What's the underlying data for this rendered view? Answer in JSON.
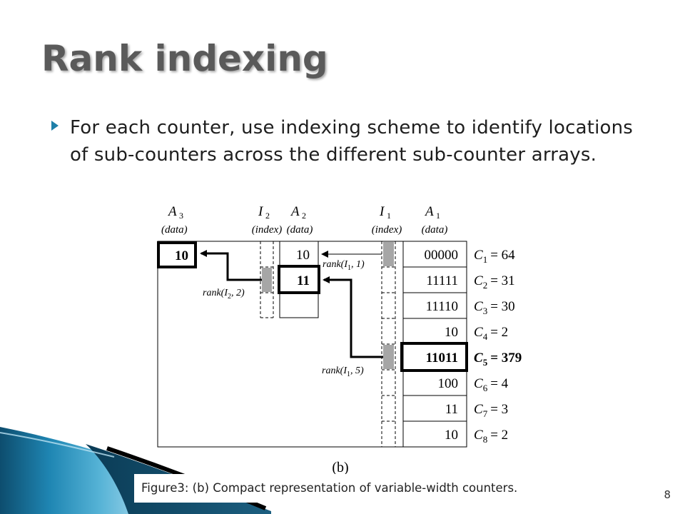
{
  "slide": {
    "title": "Rank indexing",
    "bullet": "For each counter, use indexing scheme to identify locations of sub-counters across the different sub-counter arrays.",
    "caption": "Figure3: (b) Compact representation of variable-width counters.",
    "page_number": "8"
  },
  "diagram": {
    "headers": {
      "a3": {
        "name": "A",
        "sub": "3",
        "kind": "(data)"
      },
      "i2": {
        "name": "I",
        "sub": "2",
        "kind": "(index)"
      },
      "a2": {
        "name": "A",
        "sub": "2",
        "kind": "(data)"
      },
      "i1": {
        "name": "I",
        "sub": "1",
        "kind": "(index)"
      },
      "a1": {
        "name": "A",
        "sub": "1",
        "kind": "(data)"
      }
    },
    "a3_cells": [
      "10"
    ],
    "a2_cells": [
      "10",
      "11"
    ],
    "a1_cells": [
      "00000",
      "11111",
      "11110",
      "10",
      "11011",
      "100",
      "11",
      "10"
    ],
    "counters": [
      {
        "c": "C",
        "sub": "1",
        "value": "= 64"
      },
      {
        "c": "C",
        "sub": "2",
        "value": "= 31"
      },
      {
        "c": "C",
        "sub": "3",
        "value": "= 30"
      },
      {
        "c": "C",
        "sub": "4",
        "value": "= 2"
      },
      {
        "c": "C",
        "sub": "5",
        "value": "= 379"
      },
      {
        "c": "C",
        "sub": "6",
        "value": "= 4"
      },
      {
        "c": "C",
        "sub": "7",
        "value": "= 3"
      },
      {
        "c": "C",
        "sub": "8",
        "value": "= 2"
      }
    ],
    "rank_labels": {
      "r1": {
        "fn": "rank(",
        "name": "I",
        "sub": "1",
        "arg": ", 1)"
      },
      "r2": {
        "fn": "rank(",
        "name": "I",
        "sub": "2",
        "arg": ", 2)"
      },
      "r3": {
        "fn": "rank(",
        "name": "I",
        "sub": "1",
        "arg": ", 5)"
      }
    },
    "panel_label": "(b)"
  },
  "colors": {
    "accent": "#1e7fa8",
    "title_gray": "#5a5a5a",
    "index_bit": "#a6a6a6"
  }
}
